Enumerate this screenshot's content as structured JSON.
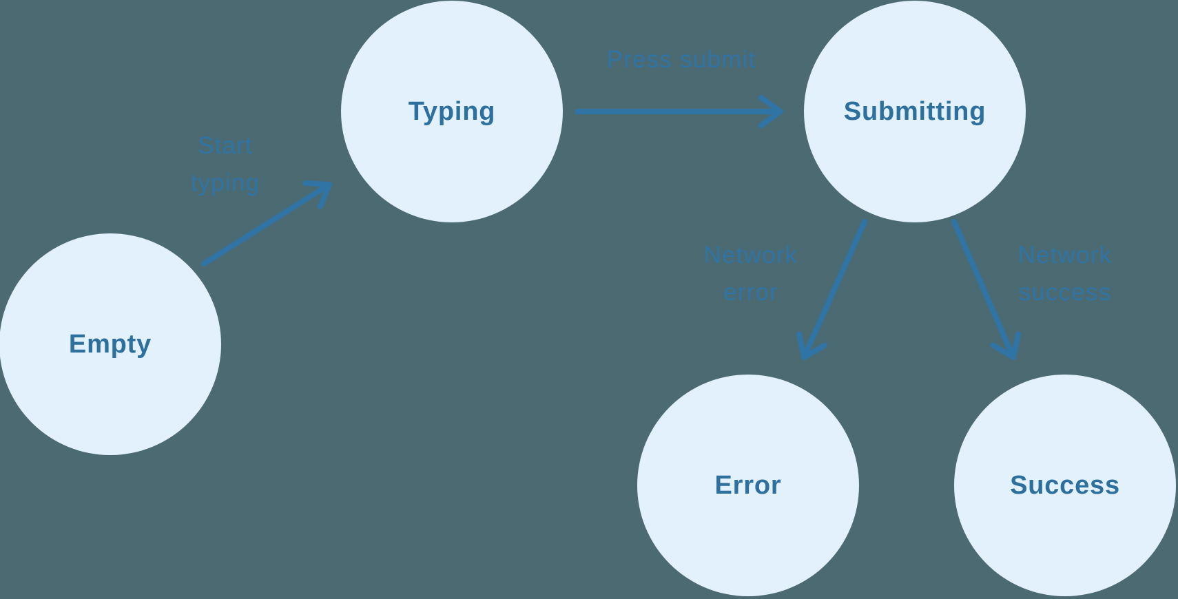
{
  "diagram": {
    "type": "state-machine",
    "background_color": "#4c6a72",
    "node_fill_color": "#e2f1fc",
    "node_text_color": "#2d6f9d",
    "edge_color": "#2f74a5",
    "nodes": [
      {
        "id": "empty",
        "label": "Empty"
      },
      {
        "id": "typing",
        "label": "Typing"
      },
      {
        "id": "submitting",
        "label": "Submitting"
      },
      {
        "id": "error",
        "label": "Error"
      },
      {
        "id": "success",
        "label": "Success"
      }
    ],
    "edges": [
      {
        "from": "empty",
        "to": "typing",
        "label": "Start typing"
      },
      {
        "from": "typing",
        "to": "submitting",
        "label": "Press submit"
      },
      {
        "from": "submitting",
        "to": "error",
        "label": "Network error"
      },
      {
        "from": "submitting",
        "to": "success",
        "label": "Network success"
      }
    ]
  }
}
